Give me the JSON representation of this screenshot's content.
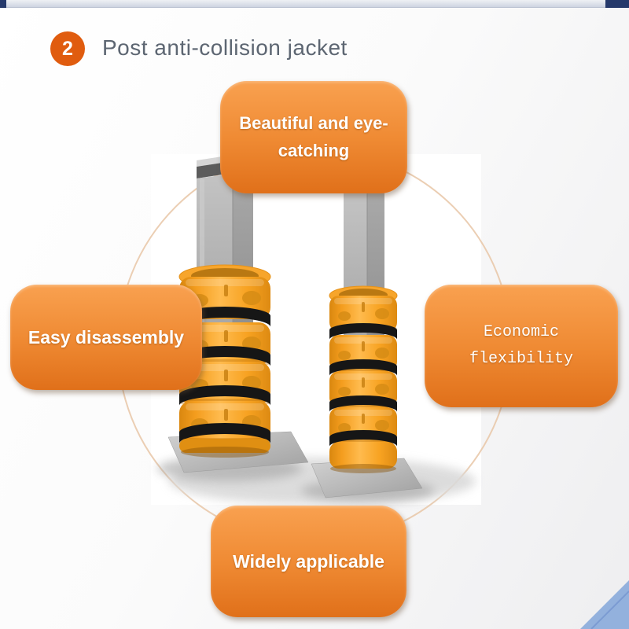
{
  "header": {
    "badge_number": "2",
    "badge_color": "#E05C0F",
    "title": "Post anti-collision jacket",
    "title_color": "#5D6672"
  },
  "callouts": {
    "top": {
      "label": "Beautiful and eye-catching"
    },
    "left": {
      "label": "Easy disassembly"
    },
    "right": {
      "label": "Economic flexibility"
    },
    "bottom": {
      "label": "Widely applicable"
    }
  },
  "palette": {
    "callout_gradient_top": "#F9A150",
    "callout_gradient_bottom": "#E0701A",
    "callout_text": "#FFFFFF",
    "top_bar_silver": "#D8DDE7",
    "top_bar_navy_caps": "#25396B",
    "corner_triangle_blue": "#93B1DD",
    "background_circle_stroke": "#E7C6A6",
    "jacket_yellow": "#F8A428",
    "strap_black": "#161616",
    "steel_gray": "#ADADAD"
  }
}
